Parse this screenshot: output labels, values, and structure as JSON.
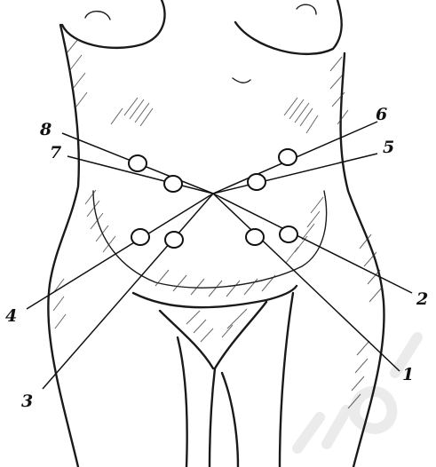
{
  "figure": {
    "port_labels": [
      "1",
      "2",
      "3",
      "4",
      "5",
      "6",
      "7",
      "8"
    ]
  }
}
